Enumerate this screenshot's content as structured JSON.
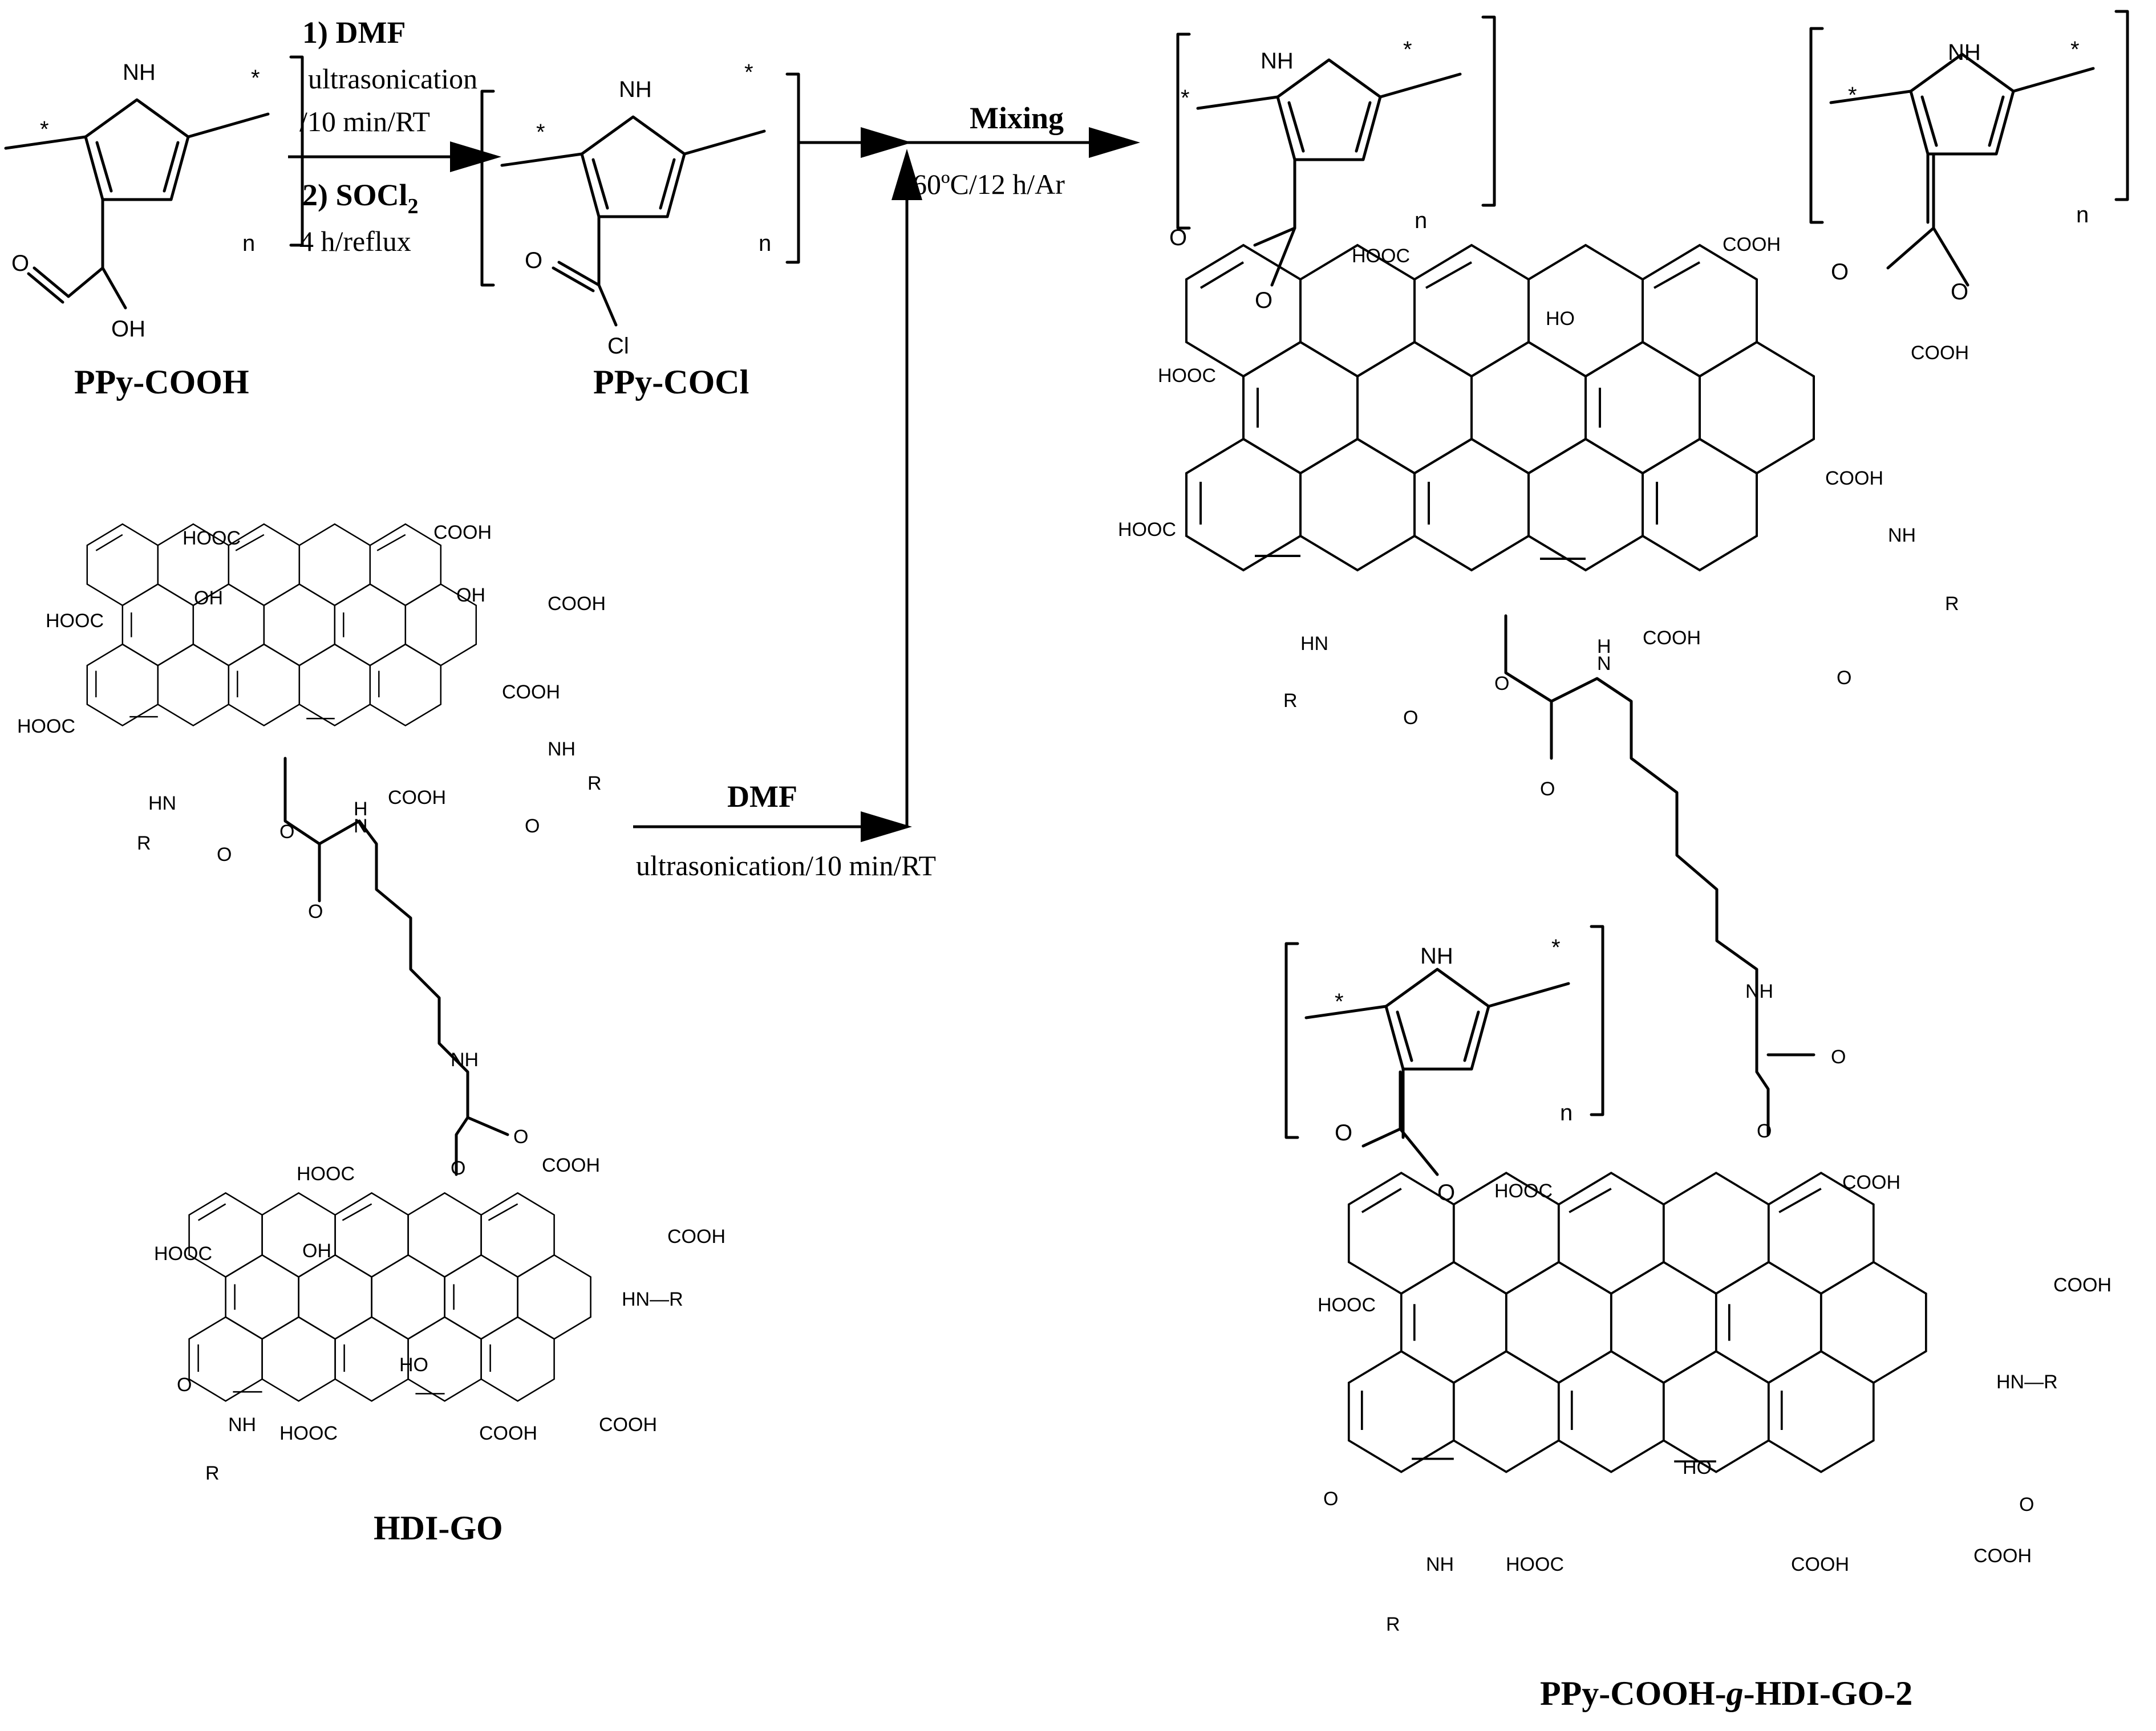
{
  "labels": {
    "ppy_cooh": "PPy-COOH",
    "ppy_cocl": "PPy-COCl",
    "hdi_go": "HDI-GO",
    "product_prefix": "PPy-COOH-",
    "product_g": "g",
    "product_suffix": "-HDI-GO-2"
  },
  "step1": {
    "line1": "1) DMF",
    "line2": "ultrasonication",
    "line3": "/10 min/RT",
    "line4_prefix": "2) SOCl",
    "line4_sub": "2",
    "line5": "4 h/reflux"
  },
  "step2": {
    "top": "Mixing",
    "bottom": "60ºC/12 h/Ar"
  },
  "step3": {
    "top": "DMF",
    "bottom": "ultrasonication/10 min/RT"
  },
  "atoms": {
    "nh": "NH",
    "hn": "HN",
    "n_h": "N",
    "h": "H",
    "o": "O",
    "oh": "OH",
    "ho": "HO",
    "cl": "Cl",
    "cooh": "COOH",
    "hooc": "HOOC",
    "r": "R",
    "n_sub": "n",
    "star": "*",
    "nh_r": "HN—R"
  }
}
